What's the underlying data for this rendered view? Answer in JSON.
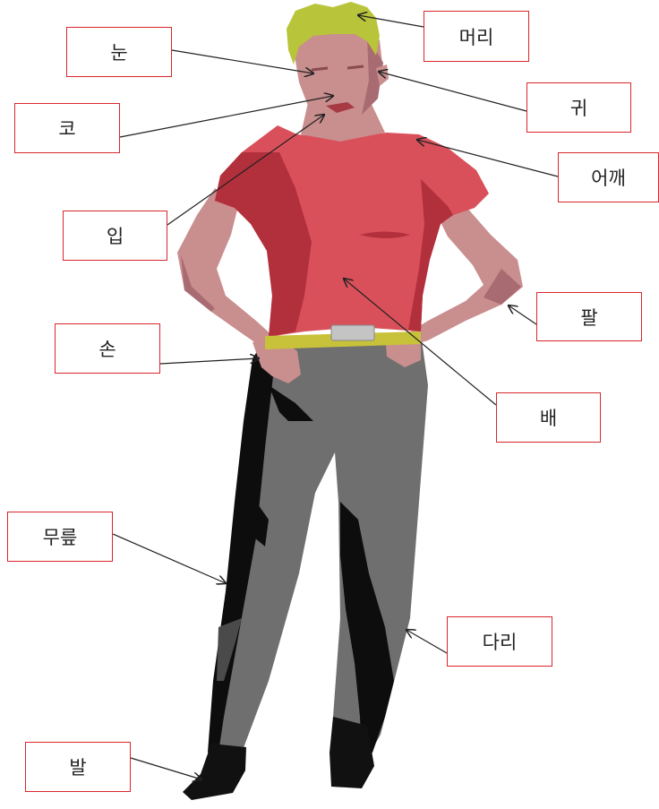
{
  "labels": {
    "head": "머리",
    "eye": "눈",
    "ear": "귀",
    "nose": "코",
    "shoulder": "어깨",
    "mouth": "입",
    "arm": "팔",
    "hand": "손",
    "belly": "배",
    "knee": "무릎",
    "leg": "다리",
    "foot": "발"
  },
  "colors": {
    "label_border": "#d9262b",
    "shirt": "#d9505a",
    "shirt_shadow": "#b22f3c",
    "skin": "#c98e8e",
    "hair": "#b8c43a",
    "pants": "#6f6f6f",
    "pants_shadow": "#0d0d0d",
    "belt": "#c8c23a"
  }
}
